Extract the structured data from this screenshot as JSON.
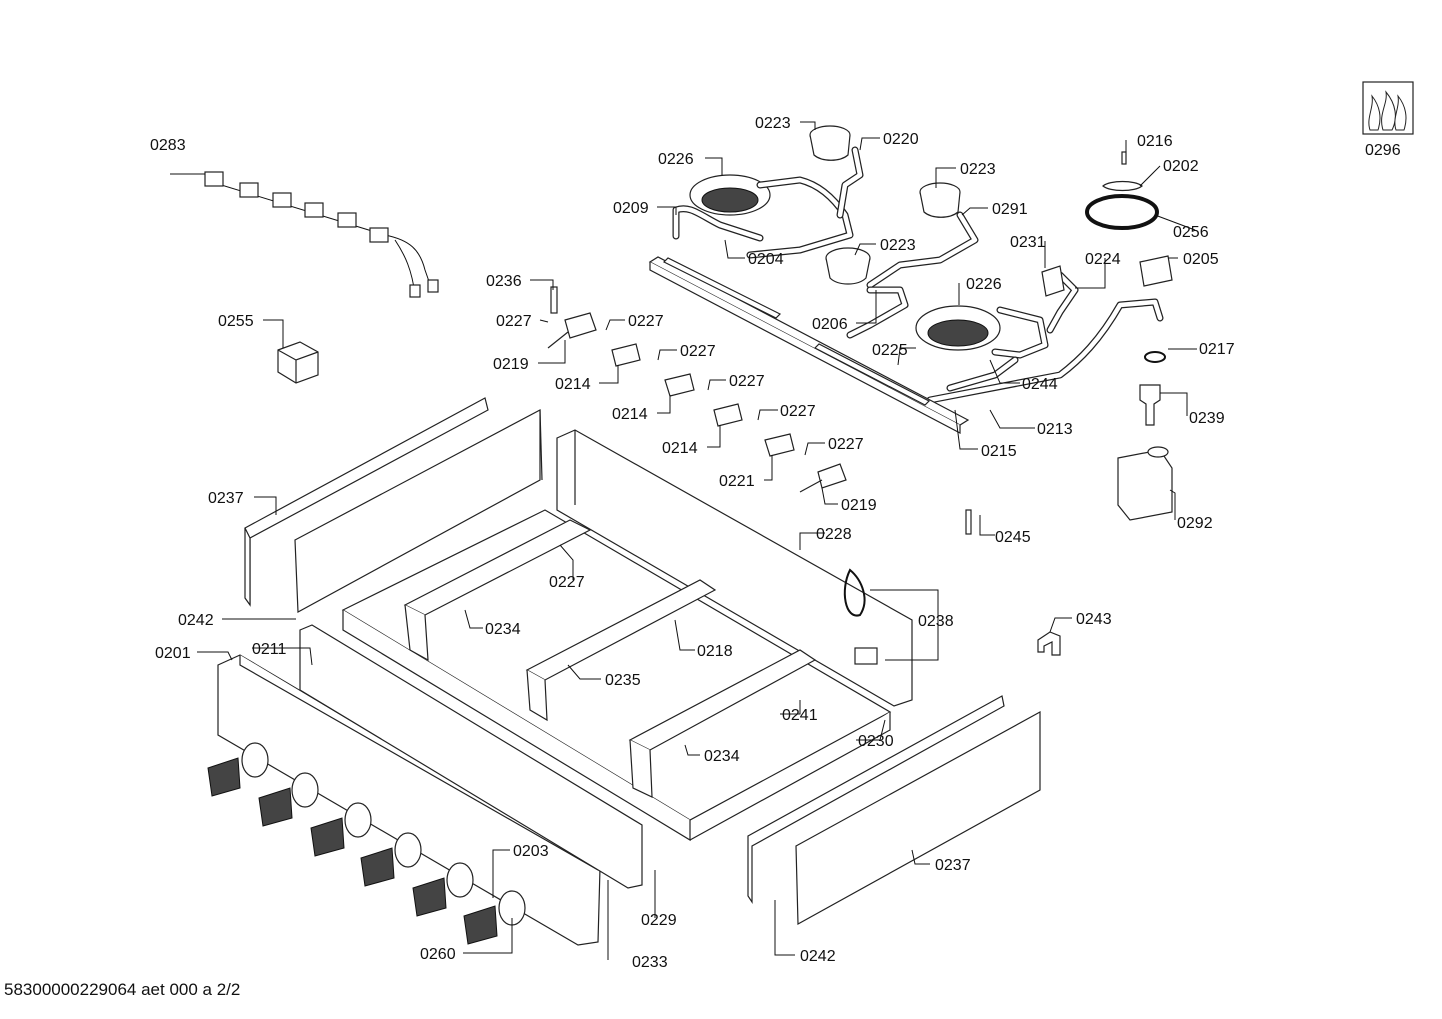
{
  "document": {
    "footer_code": "58300000229064 aet 000 a 2/2",
    "symbol_label": "0296"
  },
  "labels": {
    "l0283": "0283",
    "l0223a": "0223",
    "l0220": "0220",
    "l0226a": "0226",
    "l0209": "0209",
    "l0204": "0204",
    "l0223b": "0223",
    "l0291": "0291",
    "l0223c": "0223",
    "l0216": "0216",
    "l0202": "0202",
    "l0256": "0256",
    "l0231": "0231",
    "l0224": "0224",
    "l0205": "0205",
    "l0226b": "0226",
    "l0236": "0236",
    "l0227a": "0227",
    "l0227b": "0227",
    "l0219a": "0219",
    "l0255": "0255",
    "l0214a": "0214",
    "l0227c": "0227",
    "l0214b": "0214",
    "l0227d": "0227",
    "l0214c": "0214",
    "l0227e": "0227",
    "l0221": "0221",
    "l0227f": "0227",
    "l0219b": "0219",
    "l0206": "0206",
    "l0225": "0225",
    "l0244": "0244",
    "l0217": "0217",
    "l0239": "0239",
    "l0213": "0213",
    "l0215": "0215",
    "l0292": "0292",
    "l0245": "0245",
    "l0237a": "0237",
    "l0228": "0228",
    "l0227g": "0227",
    "l0242a": "0242",
    "l0234a": "0234",
    "l0238": "0238",
    "l0243": "0243",
    "l0201": "0201",
    "l0211": "0211",
    "l0218": "0218",
    "l0235": "0235",
    "l0241": "0241",
    "l0230": "0230",
    "l0234b": "0234",
    "l0203": "0203",
    "l0237b": "0237",
    "l0229": "0229",
    "l0260": "0260",
    "l0233": "0233",
    "l0242b": "0242"
  }
}
